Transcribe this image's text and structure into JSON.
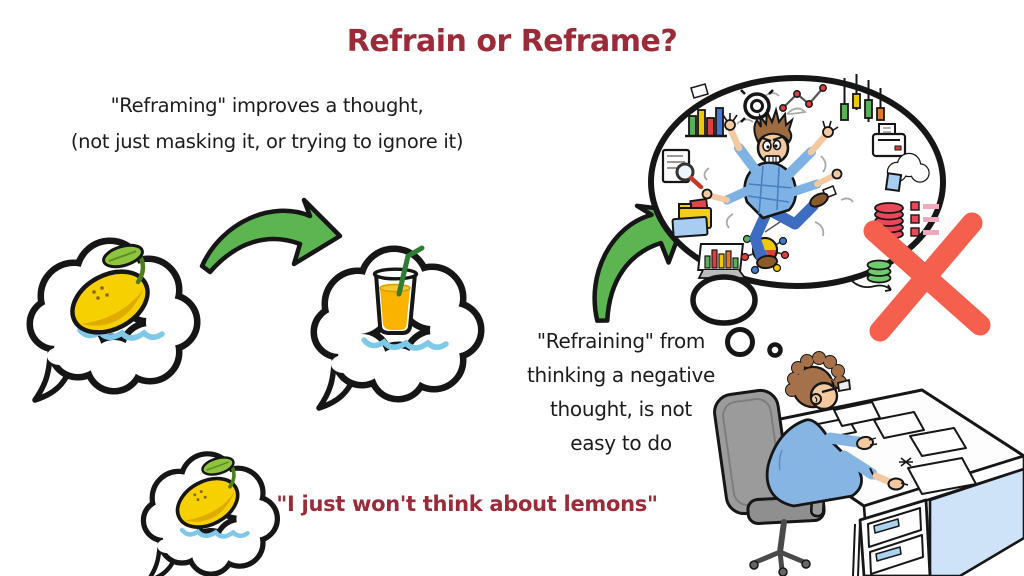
{
  "title": "Refrain or Reframe?",
  "reframe": {
    "caption_line1": "\"Reframing\" improves a thought,",
    "caption_line2": "(not just masking it, or trying to ignore it)",
    "before_thought": "lemon",
    "after_thought": "glass of lemonade"
  },
  "refrain": {
    "lines": [
      "\"Refraining\" from",
      "thinking a negative",
      "thought, is not",
      "easy to do"
    ],
    "verdict": "red cross — does not work"
  },
  "quote": "\"I just won't think about lemons\"",
  "illustrations": {
    "thought_bubble_lemon": "cloud thought bubble containing a lemon over a blue wave",
    "thought_bubble_lemonade": "cloud thought bubble containing a glass of lemonade with a straw",
    "transform_arrow": "green curved arrow",
    "chaos_bubble": "large thought bubble of a stressed man flailing among charts, folders, documents, printer, cloud, data stacks",
    "red_cross": "red X rejection mark",
    "thought_trail": "three shrinking thought circles",
    "man_at_desk": "man with curly brown hair and glasses seated in a grey office chair at a white desk with papers and blue-front drawers",
    "small_lemon_bubble": "small thought bubble with a lemon"
  },
  "colors": {
    "heading_red": "#9c2b3a",
    "text_black": "#1c1c1c",
    "arrow_green": "#5cb551",
    "cross_red": "#f4604d",
    "lemon_yellow": "#f6d000",
    "leaf_green": "#8fc43e",
    "juice_orange": "#fab400",
    "wave_blue": "#7fc9e8",
    "shirt_blue": "#86b5e3",
    "jeans_blue": "#3d6cc0",
    "chair_gray": "#9b9b9b",
    "desk_side_blue": "#cfe3f8"
  }
}
